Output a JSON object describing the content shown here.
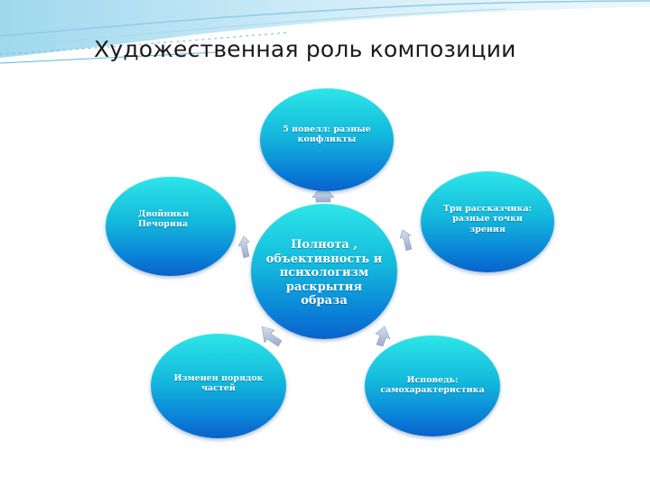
{
  "slide": {
    "title": "Художественная роль композиции"
  },
  "diagram": {
    "center": "Полнота , объективность и психологизм раскрытия образа",
    "nodes": {
      "top": "5 новелл: разные конфликты",
      "right": "Три рассказчика: разные точки зрения",
      "bottom_right": "Исповедь: самохарактеристика",
      "bottom_left": "Изменен порядок частей",
      "left": "Двойники Печорина"
    }
  },
  "colors": {
    "node_top": "#2de6e8",
    "node_bottom": "#0a62cc",
    "arrow": "#b8c6dc",
    "header_wave": "#bfe4f4"
  }
}
